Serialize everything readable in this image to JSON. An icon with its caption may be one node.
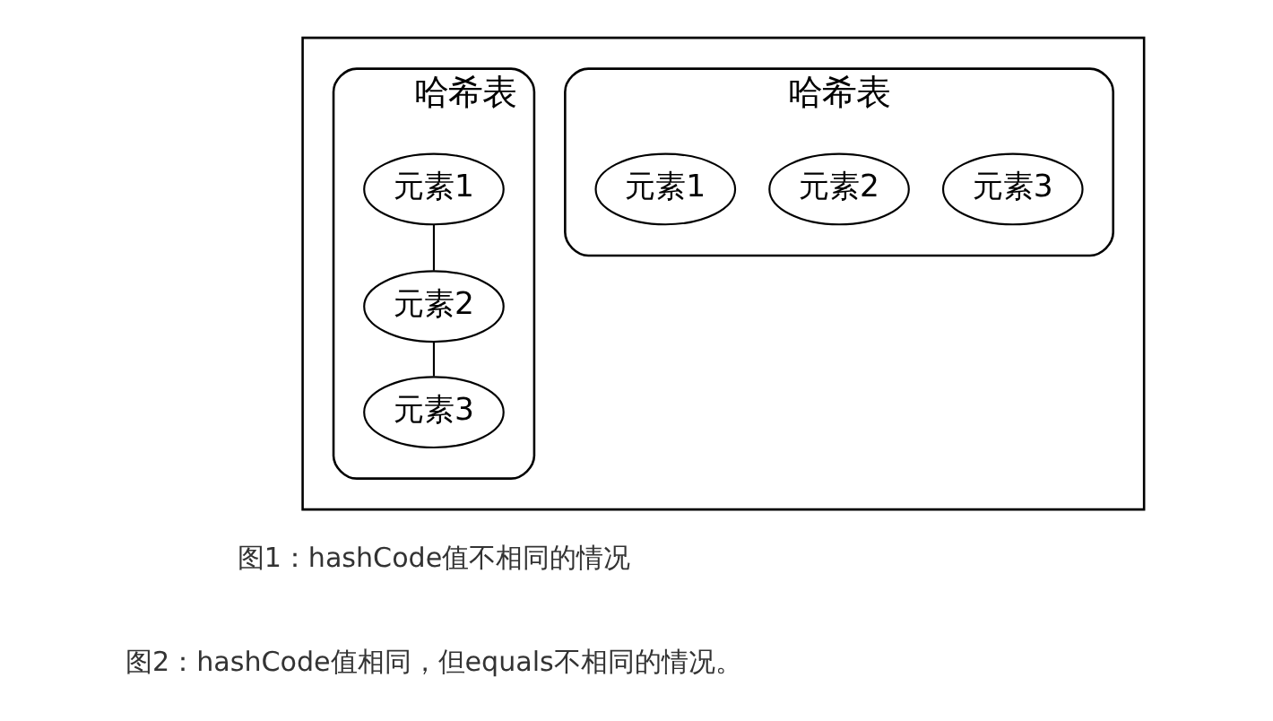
{
  "diagram": {
    "nodes": [
      {
        "text": [],
        "shape": "box"
      },
      {
        "text": [
          "哈希表"
        ],
        "in": 0
      },
      {
        "text": [
          "元素1"
        ],
        "in": 1
      },
      {
        "text": [
          "元素2"
        ],
        "in": 1
      },
      {
        "text": [
          "元素3"
        ],
        "in": 1
      },
      {
        "text": [
          "哈希表"
        ],
        "in": 0
      },
      {
        "text": [
          "元素1"
        ],
        "in": 5
      },
      {
        "text": [
          "元素2"
        ],
        "in": 5
      },
      {
        "text": [
          "元素3"
        ],
        "in": 5
      }
    ],
    "edges": [
      {
        "from": 6,
        "to": 7,
        "arrow": "none"
      },
      {
        "from": 7,
        "to": 8,
        "arrow": "none"
      }
    ],
    "labels": [
      "图1：hashCode值不相同的情况",
      "图2：hashCode值相同，但equals不相同的情况。"
    ]
  }
}
